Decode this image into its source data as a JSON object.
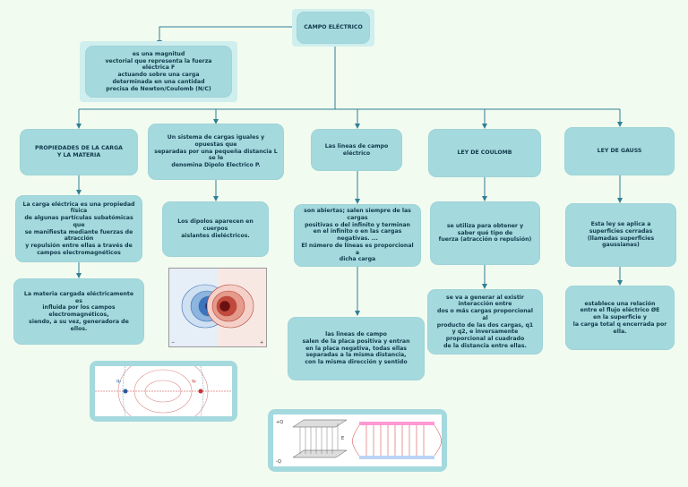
{
  "nodes": {
    "root": "CAMPO ELÉCTRICO",
    "definition": "es una magnitud\nvectorial que representa la fuerza eléctrica F\nactuando sobre una carga\ndeterminada en una cantidad\nprecisa de Newton/Coulomb (N/C)",
    "properties_title": "PROPIEDADES DE LA CARGA\nY LA MATERIA",
    "properties_1": "La carga eléctrica es una propiedad física\nde algunas partículas subatómicas que\nse manifiesta mediante fuerzas de atracción\ny repulsión entre ellas a través de\ncampos electromagnéticos",
    "properties_2": "La materia cargada eléctricamente es\ninfluida por los campos\nelectromagnéticos,\nsiendo, a su vez, generadora de ellos.",
    "dipole_title": "Un sistema de cargas iguales y opuestas que\nseparadas por una pequeña distancia L se le\ndenomina Dipolo Electrico P.",
    "dipole_1": "Los dipolos aparecen en cuerpos\naislantes dieléctricos.",
    "lines_title": "Las lineas de campo eléctrico",
    "lines_1": "son abiertas; salen siempre de las cargas\npositivas o del infinito y terminan\nen el infinito o en las cargas negativas. ...\nEl número de líneas es proporcional a\ndicha carga",
    "lines_2": "las lineas de campo\nsalen de la placa positiva y entran\nen la placa negativa, todas ellas\nseparadas a la misma distancia,\ncon la misma dirección y sentido",
    "coulomb_title": "LEY DE COULOMB",
    "coulomb_1": "se utiliza para obtener y\nsaber qué tipo de\nfuerza (atracción o repulsión)",
    "coulomb_2": "se va a generar al existir\ninteracción entre\ndos o más cargas proporcional al\nproducto de las dos cargas, q1\ny q2, e inversamente\nproporcional al cuadrado\nde la distancia entre ellas.",
    "gauss_title": "LEY DE GAUSS",
    "gauss_1": "Esta ley se aplica a\nsuperficies cerradas\n(llamadas superficies gaussianas)",
    "gauss_2": "establece una relación\nentre el flujo eléctrico ØE\nen la superficie y\nla carga total q encerrada por\nella."
  },
  "images": {
    "dipole_plot_signs": [
      "−",
      "+"
    ],
    "charges_diagram_labels": [
      "q₁",
      "q₂"
    ],
    "plates_diagram_labels": [
      "+Q",
      "-Q",
      "E"
    ]
  },
  "colors": {
    "box": "#a4d9de",
    "line": "#2f7f96",
    "background": "#f2fbef"
  }
}
